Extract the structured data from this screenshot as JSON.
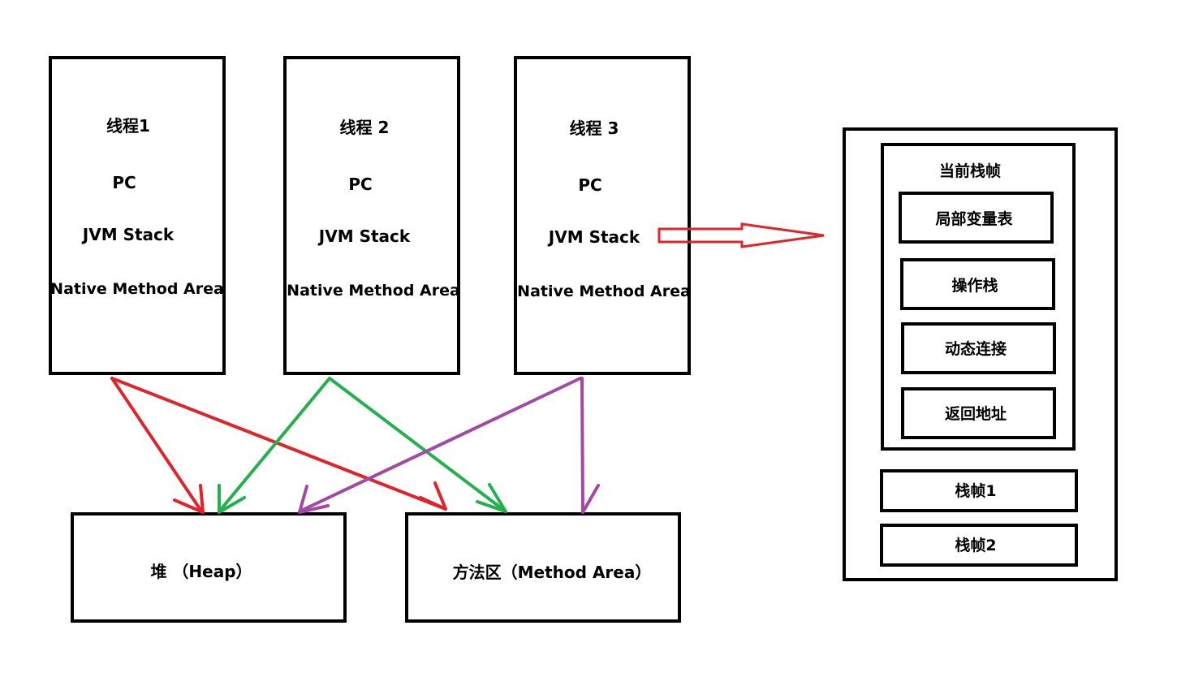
{
  "threads": [
    {
      "title": "线程1",
      "pc": "PC",
      "stack": "JVM Stack",
      "native": "Native Method Area"
    },
    {
      "title": "线程 2",
      "pc": "PC",
      "stack": "JVM Stack",
      "native": "Native Method Area"
    },
    {
      "title": "线程 3",
      "pc": "PC",
      "stack": "JVM Stack",
      "native": "Native Method Area"
    }
  ],
  "heap": {
    "label": "堆 （Heap）"
  },
  "method_area": {
    "label": "方法区（Method Area）"
  },
  "stack_panel": {
    "current_frame_title": "当前栈帧",
    "current_frame_items": [
      "局部变量表",
      "操作栈",
      "动态连接",
      "返回地址"
    ],
    "frames": [
      "栈帧1",
      "栈帧2"
    ]
  },
  "colors": {
    "red": "#e0242b",
    "green": "#22b14c",
    "purple": "#a349a4",
    "border": "#000000"
  }
}
